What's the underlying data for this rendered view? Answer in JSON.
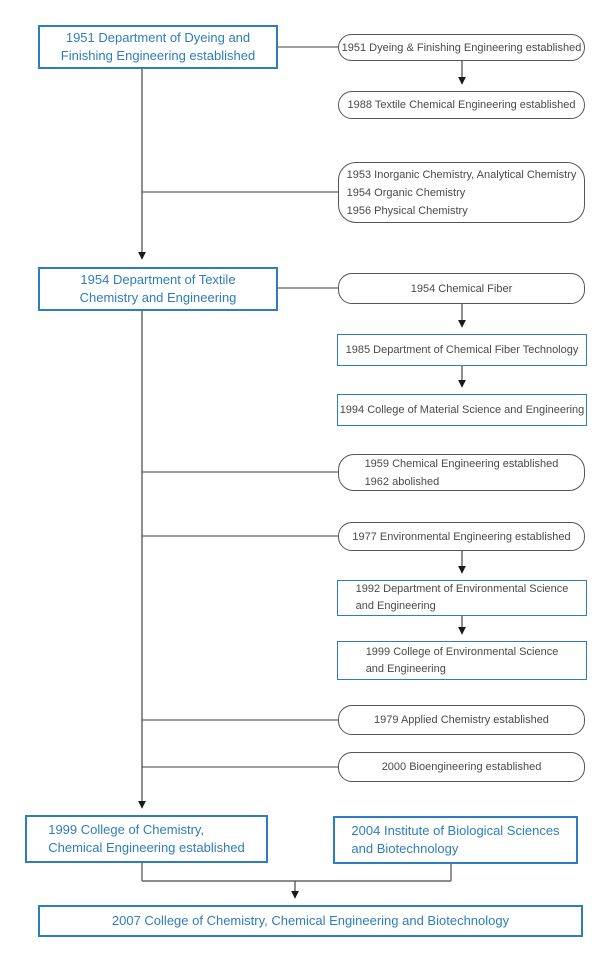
{
  "colors": {
    "accent_blue": "#2e7dbe",
    "pill_border_gray": "#555555",
    "body_text_gray": "#4a4a4a",
    "connector_gray": "#666666",
    "arrowhead_black": "#1a1a1a"
  },
  "nodes": {
    "dept_dyeing_1951": {
      "lines": [
        "1951 Department of Dyeing and",
        "Finishing Engineering established"
      ]
    },
    "dyeing_est_1951": {
      "lines": [
        "1951 Dyeing & Finishing Engineering established"
      ]
    },
    "textile_chem_1988": {
      "lines": [
        "1988 Textile Chemical  Engineering established"
      ]
    },
    "chem_group_1953": {
      "lines": [
        "1953 Inorganic Chemistry, Analytical Chemistry",
        "1954 Organic Chemistry",
        "1956 Physical Chemistry"
      ]
    },
    "dept_textile_1954": {
      "lines": [
        "1954 Department of Textile",
        "Chemistry and Engineering"
      ]
    },
    "chemical_fiber_1954": {
      "lines": [
        "1954 Chemical Fiber"
      ]
    },
    "dept_chem_fiber_1985": {
      "lines": [
        "1985 Department of Chemical Fiber Technology"
      ]
    },
    "college_material_1994": {
      "lines": [
        "1994 College of Material Science and Engineering"
      ]
    },
    "chem_eng_1959": {
      "lines": [
        "1959 Chemical Engineering established",
        "1962 abolished"
      ]
    },
    "env_eng_1977": {
      "lines": [
        "1977 Environmental Engineering established"
      ]
    },
    "dept_env_1992": {
      "lines": [
        "1992 Department of Environmental Science",
        "and Engineering"
      ]
    },
    "college_env_1999": {
      "lines": [
        "1999  College of Environmental Science",
        "and Engineering"
      ]
    },
    "applied_chem_1979": {
      "lines": [
        "1979 Applied Chemistry established"
      ]
    },
    "bioeng_2000": {
      "lines": [
        "2000 Bioengineering established"
      ]
    },
    "college_chem_1999": {
      "lines": [
        "1999   College of Chemistry,",
        "Chemical Engineering established"
      ]
    },
    "inst_bio_2004": {
      "lines": [
        "2004 Institute of Biological Sciences",
        "and Biotechnology"
      ]
    },
    "college_2007": {
      "lines": [
        "2007  College of Chemistry, Chemical Engineering and Biotechnology"
      ]
    }
  }
}
